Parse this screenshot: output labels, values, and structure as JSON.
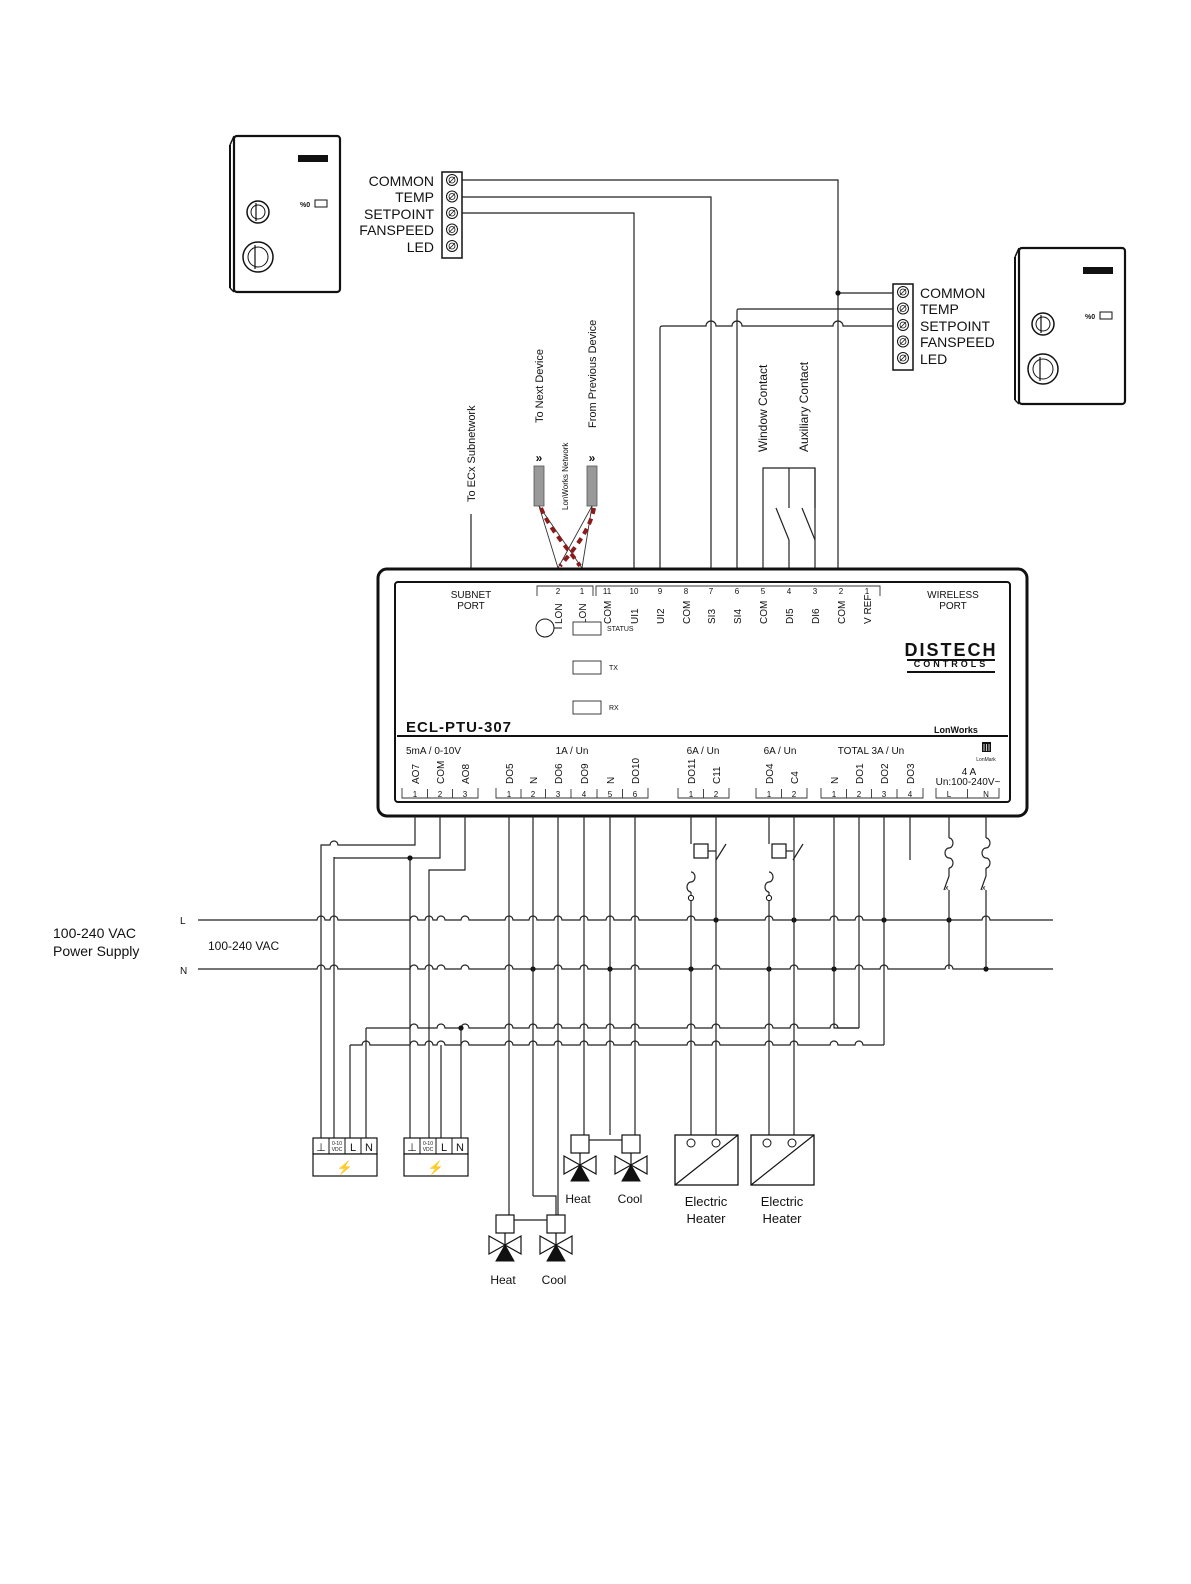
{
  "sensor_terminals": [
    "COMMON",
    "TEMP",
    "SETPOINT",
    "FANSPEED",
    "LED"
  ],
  "network_labels": {
    "ecx": "To ECx Subnetwork",
    "next": "To Next Device",
    "lon_network": "LonWorks Network",
    "prev": "From Previous Device",
    "window": "Window Contact",
    "aux": "Auxiliary Contact"
  },
  "controller": {
    "model": "ECL-PTU-307",
    "brand_line1": "DISTECH",
    "brand_line2": "CONTROLS",
    "lonworks": "LonWorks",
    "lonmark": "LonMark",
    "subnet_port": [
      "SUBNET",
      "PORT"
    ],
    "wireless_port": [
      "WIRELESS",
      "PORT"
    ],
    "leds": [
      "STATUS",
      "TX",
      "RX"
    ],
    "top_terminals": [
      {
        "num": "2",
        "label": "LON"
      },
      {
        "num": "1",
        "label": "LON"
      },
      {
        "num": "11",
        "label": "COM"
      },
      {
        "num": "10",
        "label": "UI1"
      },
      {
        "num": "9",
        "label": "UI2"
      },
      {
        "num": "8",
        "label": "COM"
      },
      {
        "num": "7",
        "label": "SI3"
      },
      {
        "num": "6",
        "label": "SI4"
      },
      {
        "num": "5",
        "label": "COM"
      },
      {
        "num": "4",
        "label": "DI5"
      },
      {
        "num": "3",
        "label": "DI6"
      },
      {
        "num": "2",
        "label": "COM"
      },
      {
        "num": "1",
        "label": "V REF"
      }
    ],
    "group_headers": [
      "5mA / 0-10V",
      "1A / Un",
      "6A / Un",
      "6A / Un",
      "TOTAL 3A / Un"
    ],
    "bottom_terminals": [
      {
        "num": "1",
        "label": "AO7"
      },
      {
        "num": "2",
        "label": "COM"
      },
      {
        "num": "3",
        "label": "AO8"
      },
      {
        "num": "1",
        "label": "DO5"
      },
      {
        "num": "2",
        "label": "N"
      },
      {
        "num": "3",
        "label": "DO6"
      },
      {
        "num": "4",
        "label": "DO9"
      },
      {
        "num": "5",
        "label": "N"
      },
      {
        "num": "6",
        "label": "DO10"
      },
      {
        "num": "1",
        "label": "DO11"
      },
      {
        "num": "2",
        "label": "C11"
      },
      {
        "num": "1",
        "label": "DO4"
      },
      {
        "num": "2",
        "label": "C4"
      },
      {
        "num": "1",
        "label": "N"
      },
      {
        "num": "2",
        "label": "DO1"
      },
      {
        "num": "3",
        "label": "DO2"
      },
      {
        "num": "4",
        "label": "DO3"
      },
      {
        "num": "L",
        "label": ""
      },
      {
        "num": "N",
        "label": ""
      }
    ],
    "power_rating_line1": "4 A",
    "power_rating_line2": "Un:100-240V~"
  },
  "power": {
    "supply_line1": "100-240 VAC",
    "supply_line2": "Power Supply",
    "bus_label": "100-240 VAC",
    "l": "L",
    "n": "N"
  },
  "actuator_terminals": [
    "⊥",
    "0-10 VDC",
    "L",
    "N"
  ],
  "loads": {
    "heat": "Heat",
    "cool": "Cool",
    "heater_line1": "Electric",
    "heater_line2": "Heater"
  }
}
